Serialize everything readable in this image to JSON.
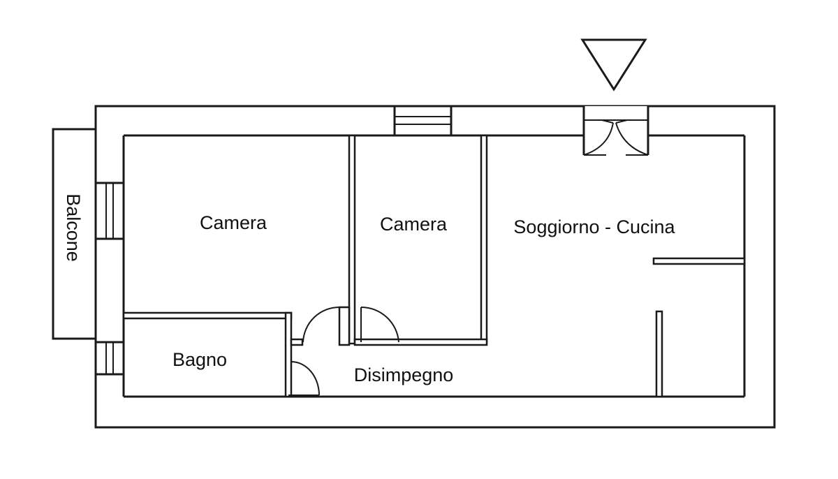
{
  "rooms": {
    "camera_1": "Camera",
    "camera_2": "Camera",
    "soggiorno": "Soggiorno - Cucina",
    "bagno": "Bagno",
    "disimpegno": "Disimpegno",
    "balcone": "Balcone"
  },
  "colors": {
    "ink": "#1a1a1a",
    "background": "#ffffff"
  },
  "icons": {
    "entrance_marker": "triangle-down-icon"
  }
}
